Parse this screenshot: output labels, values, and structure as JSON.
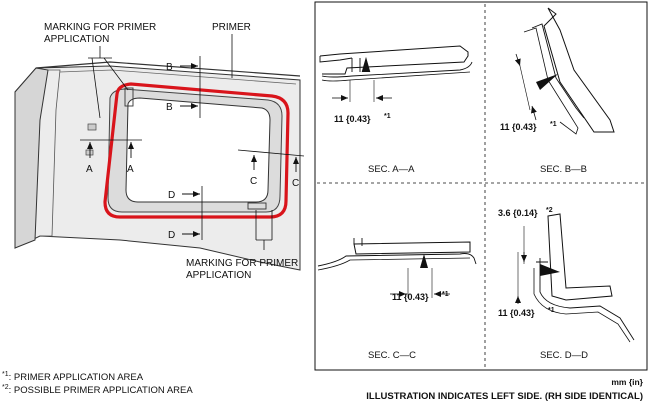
{
  "labels": {
    "marking_top": [
      "MARKING FOR PRIMER",
      "APPLICATION"
    ],
    "primer": "PRIMER",
    "marking_bottom": [
      "MARKING FOR PRIMER",
      "APPLICATION"
    ],
    "section_letters": {
      "a": "A",
      "b": "B",
      "c": "C",
      "d": "D"
    }
  },
  "sections": {
    "aa": {
      "title": "SEC. A—A",
      "dim": "11 {0.43}",
      "ref": "*1"
    },
    "bb": {
      "title": "SEC. B—B",
      "dim": "11 {0.43}",
      "ref": "*1"
    },
    "cc": {
      "title": "SEC. C—C",
      "dim": "11 {0.43}",
      "ref": "*1"
    },
    "dd": {
      "title": "SEC. D—D",
      "dim_top": "3.6 {0.14}",
      "ref_top": "*2",
      "dim": "11 {0.43}",
      "ref": "*1"
    }
  },
  "notes": [
    {
      "ref": "*1",
      "text": ":  PRIMER APPLICATION AREA"
    },
    {
      "ref": "*2",
      "text": ":  POSSIBLE PRIMER APPLICATION AREA"
    }
  ],
  "units": "mm {in}",
  "illustration_note": "ILLUSTRATION INDICATES LEFT SIDE. (RH SIDE IDENTICAL)",
  "colors": {
    "primer": "#d9141b",
    "line": "#111111",
    "panel": "#e6e6e6"
  }
}
